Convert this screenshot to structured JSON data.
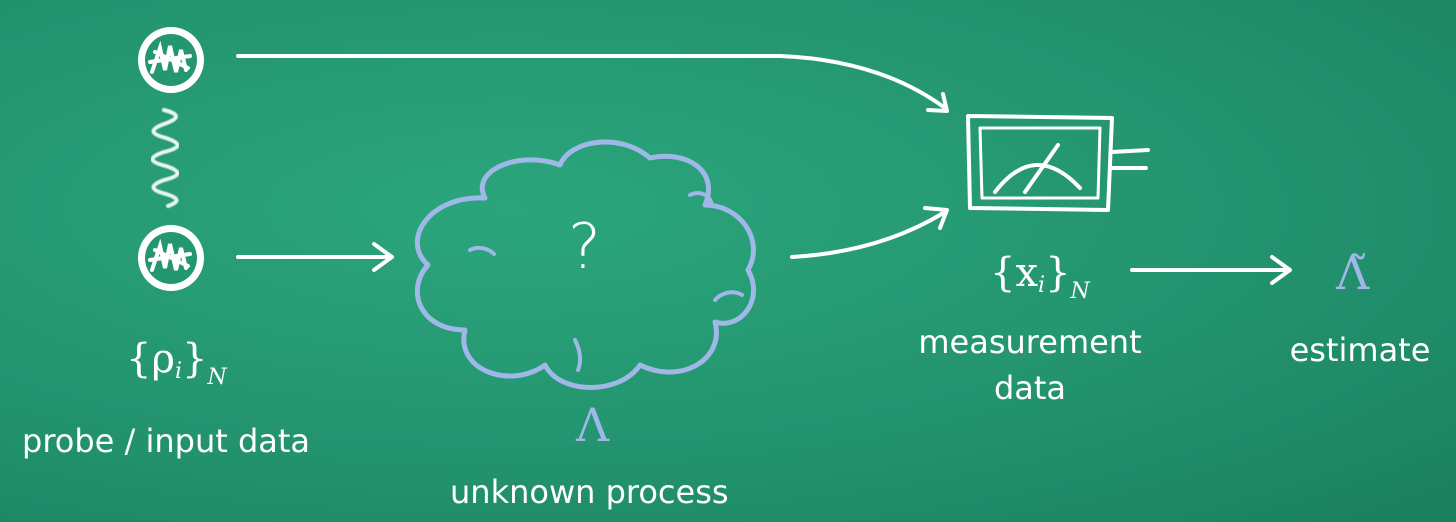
{
  "labels": {
    "probe_set": "{ρ",
    "probe_index": "i",
    "probe_close": "}",
    "probe_sub": "N",
    "probe_caption": "probe / input data",
    "process_symbol": "Λ",
    "process_caption": "unknown process",
    "question": "?",
    "meas_set": "{x",
    "meas_index": "i",
    "meas_close": "}",
    "meas_sub": "N",
    "meas_caption_line1": "measurement",
    "meas_caption_line2": "data",
    "estimate_symbol": "Λ̃",
    "estimate_caption": "estimate"
  },
  "colors": {
    "background": "#25976f",
    "chalk": "#ffffff",
    "cloud": "#9fb8e8"
  }
}
